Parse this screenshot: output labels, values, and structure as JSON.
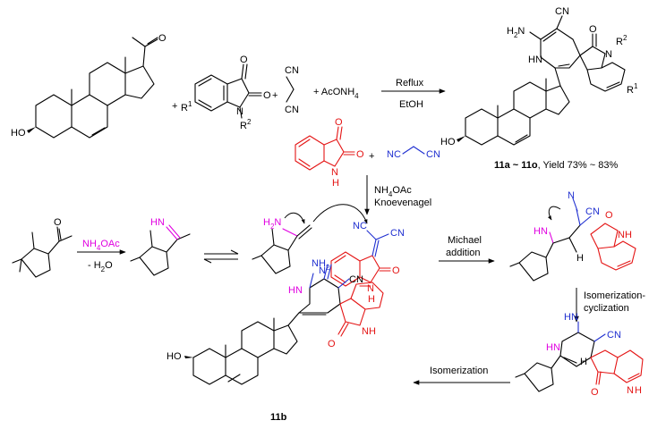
{
  "colors": {
    "isatin": "#e41414",
    "malononitrile": "#1f2fd0",
    "amine": "#e000e0",
    "default": "#000000"
  },
  "reaction1": {
    "plus1": "+",
    "plus2": "+",
    "plus3": "+ AcONH",
    "plus3_sub": "4",
    "condition_top": "Reflux",
    "condition_bottom": "EtOH",
    "product_label": "11a ~ 11o",
    "yield": ", Yield 73% ~ 83%"
  },
  "labels": {
    "HO": "HO",
    "O": "O",
    "N": "N",
    "H": "H",
    "CN": "CN",
    "NC": "NC",
    "HN": "HN",
    "H2N": "H",
    "H2N_sub": "2",
    "H2N_N": "N",
    "NH": "NH",
    "NH2": "NH",
    "NH2_sub": "2",
    "R": "R",
    "R1_sup": "1",
    "R2_sup": "2",
    "minus_H2O": "- H",
    "minus_H2O_sub": "2",
    "minus_H2O_end": "O"
  },
  "step_labels": {
    "plus_isatin": "+",
    "knoev_top": "NH",
    "knoev_top_sub": "4",
    "knoev_top_end": "OAc",
    "knoev_bottom": "Knoevenagel",
    "nh4oac_left": "NH",
    "nh4oac_left_sub": "4",
    "nh4oac_left_end": "OAc",
    "michael_top": "Michael",
    "michael_bottom": "addition",
    "isom_cycl_top": "Isomerization-",
    "isom_cycl_bottom": "cyclization",
    "isomerization": "Isomerization",
    "final_label": "11b"
  }
}
